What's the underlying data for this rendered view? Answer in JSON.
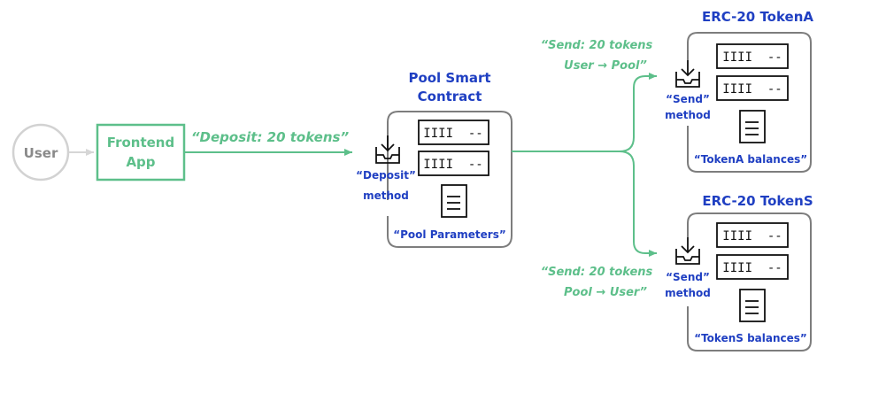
{
  "colors": {
    "green": "#5dbf8a",
    "blue": "#1f3fc2",
    "gray": "#7d7d7d",
    "light_gray": "#c9c9c9",
    "user_gray": "#8a8a8a",
    "icon": "#111111"
  },
  "user": {
    "label": "User"
  },
  "frontend": {
    "label_line1": "Frontend",
    "label_line2": "App"
  },
  "deposit_call": {
    "label": "“Deposit: 20 tokens”"
  },
  "pool": {
    "title_line1": "Pool Smart",
    "title_line2": "Contract",
    "method_line1": "“Deposit”",
    "method_line2": "method",
    "params_label": "“Pool Parameters”",
    "row1_text": "IIII  --",
    "row2_text": "IIII  --"
  },
  "send_to_pool": {
    "line1": "“Send: 20 tokens",
    "line2": "User → Pool”"
  },
  "send_to_user": {
    "line1": "“Send: 20 tokens",
    "line2": "Pool → User”"
  },
  "token_a": {
    "title": "ERC-20 TokenA",
    "method_line1": "“Send”",
    "method_line2": "method",
    "balances_label": "“TokenA balances”",
    "row1_text": "IIII  --",
    "row2_text": "IIII  --"
  },
  "token_s": {
    "title": "ERC-20 TokenS",
    "method_line1": "“Send”",
    "method_line2": "method",
    "balances_label": "“TokenS balances”",
    "row1_text": "IIII  --",
    "row2_text": "IIII  --"
  }
}
